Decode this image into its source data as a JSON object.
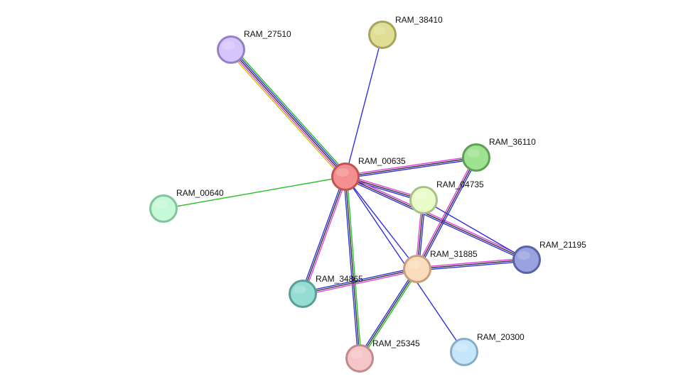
{
  "nodes": [
    {
      "id": "RAM_00635",
      "label": "RAM_00635",
      "fill": "#f58f8f",
      "stroke": "#c05353"
    },
    {
      "id": "RAM_27510",
      "label": "RAM_27510",
      "fill": "#d6c5fc",
      "stroke": "#9480c4"
    },
    {
      "id": "RAM_38410",
      "label": "RAM_38410",
      "fill": "#e0de94",
      "stroke": "#a6a45d"
    },
    {
      "id": "RAM_36110",
      "label": "RAM_36110",
      "fill": "#9ee392",
      "stroke": "#5f9f56"
    },
    {
      "id": "RAM_00640",
      "label": "RAM_00640",
      "fill": "#c5f9d8",
      "stroke": "#82c49d"
    },
    {
      "id": "RAM_04735",
      "label": "RAM_04735",
      "fill": "#e9fcc7",
      "stroke": "#a9c08a"
    },
    {
      "id": "RAM_21195",
      "label": "RAM_21195",
      "fill": "#9aa2df",
      "stroke": "#5a62a8"
    },
    {
      "id": "RAM_31885",
      "label": "RAM_31885",
      "fill": "#fbdcbd",
      "stroke": "#c4a07d"
    },
    {
      "id": "RAM_34865",
      "label": "RAM_34865",
      "fill": "#94ddd3",
      "stroke": "#5a9e95"
    },
    {
      "id": "RAM_25345",
      "label": "RAM_25345",
      "fill": "#f6c5c8",
      "stroke": "#c08a8e"
    },
    {
      "id": "RAM_20300",
      "label": "RAM_20300",
      "fill": "#c5e7fc",
      "stroke": "#88adc4"
    }
  ],
  "edges": [
    {
      "from": "RAM_00635",
      "to": "RAM_27510",
      "colors": [
        "#c8c800",
        "#e040e0",
        "#303030",
        "#3030e0",
        "#20c020"
      ]
    },
    {
      "from": "RAM_00635",
      "to": "RAM_38410",
      "colors": [
        "#3030e0"
      ]
    },
    {
      "from": "RAM_00635",
      "to": "RAM_36110",
      "colors": [
        "#e040e0",
        "#303030",
        "#3030e0"
      ]
    },
    {
      "from": "RAM_00635",
      "to": "RAM_00640",
      "colors": [
        "#20c020"
      ]
    },
    {
      "from": "RAM_00635",
      "to": "RAM_04735",
      "colors": [
        "#e040e0",
        "#303030",
        "#3030e0"
      ]
    },
    {
      "from": "RAM_00635",
      "to": "RAM_21195",
      "colors": [
        "#e040e0",
        "#303030",
        "#3030e0"
      ]
    },
    {
      "from": "RAM_00635",
      "to": "RAM_31885",
      "colors": [
        "#3030e0"
      ]
    },
    {
      "from": "RAM_00635",
      "to": "RAM_34865",
      "colors": [
        "#e040e0",
        "#303030",
        "#3030e0"
      ]
    },
    {
      "from": "RAM_00635",
      "to": "RAM_25345",
      "colors": [
        "#20c020",
        "#303030",
        "#3030e0"
      ]
    },
    {
      "from": "RAM_00635",
      "to": "RAM_20300",
      "colors": [
        "#3030e0"
      ]
    },
    {
      "from": "RAM_31885",
      "to": "RAM_36110",
      "colors": [
        "#e040e0",
        "#303030",
        "#3030e0"
      ]
    },
    {
      "from": "RAM_31885",
      "to": "RAM_04735",
      "colors": [
        "#e040e0",
        "#303030",
        "#3030e0"
      ]
    },
    {
      "from": "RAM_31885",
      "to": "RAM_21195",
      "colors": [
        "#e040e0",
        "#303030",
        "#3030e0"
      ]
    },
    {
      "from": "RAM_31885",
      "to": "RAM_34865",
      "colors": [
        "#e040e0",
        "#303030",
        "#3030e0"
      ]
    },
    {
      "from": "RAM_31885",
      "to": "RAM_25345",
      "colors": [
        "#20c020",
        "#303030",
        "#3030e0"
      ]
    },
    {
      "from": "RAM_04735",
      "to": "RAM_21195",
      "colors": [
        "#3030e0"
      ]
    }
  ]
}
